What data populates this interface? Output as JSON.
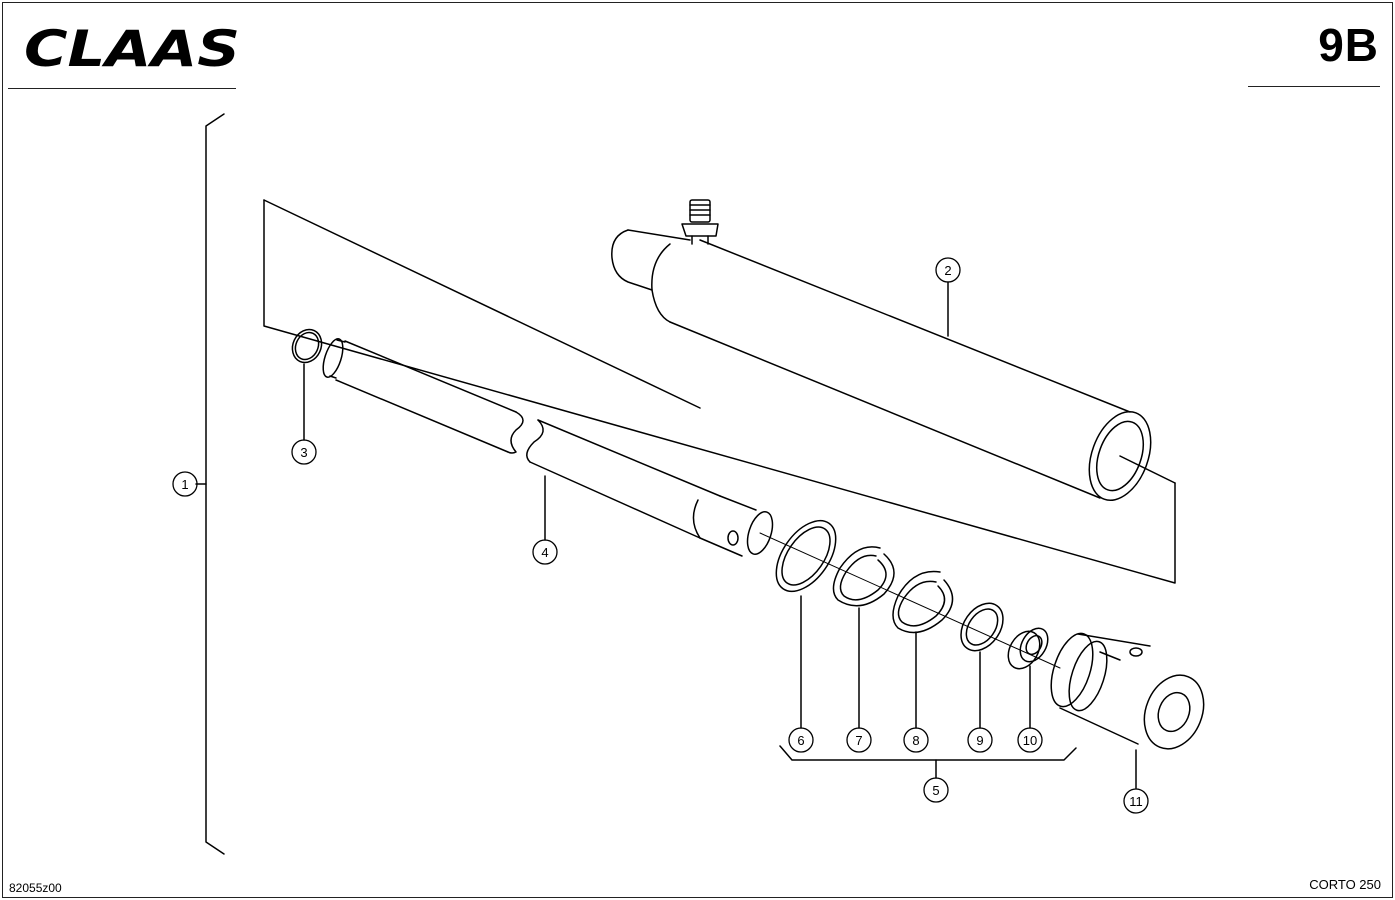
{
  "header": {
    "brand": "CLAAS",
    "page_ref": "9B"
  },
  "footer": {
    "drawing_number": "82055z00",
    "model": "CORTO 250"
  },
  "callouts": [
    {
      "id": "assembly",
      "label": "1"
    },
    {
      "id": "cylinder-barrel",
      "label": "2"
    },
    {
      "id": "o-ring",
      "label": "3"
    },
    {
      "id": "piston-rod",
      "label": "4"
    },
    {
      "id": "seal-kit",
      "label": "5"
    },
    {
      "id": "seal-ring-6",
      "label": "6"
    },
    {
      "id": "split-ring-7",
      "label": "7"
    },
    {
      "id": "split-ring-8",
      "label": "8"
    },
    {
      "id": "seal-ring-9",
      "label": "9"
    },
    {
      "id": "bushing",
      "label": "10"
    },
    {
      "id": "piston-head",
      "label": "11"
    }
  ]
}
